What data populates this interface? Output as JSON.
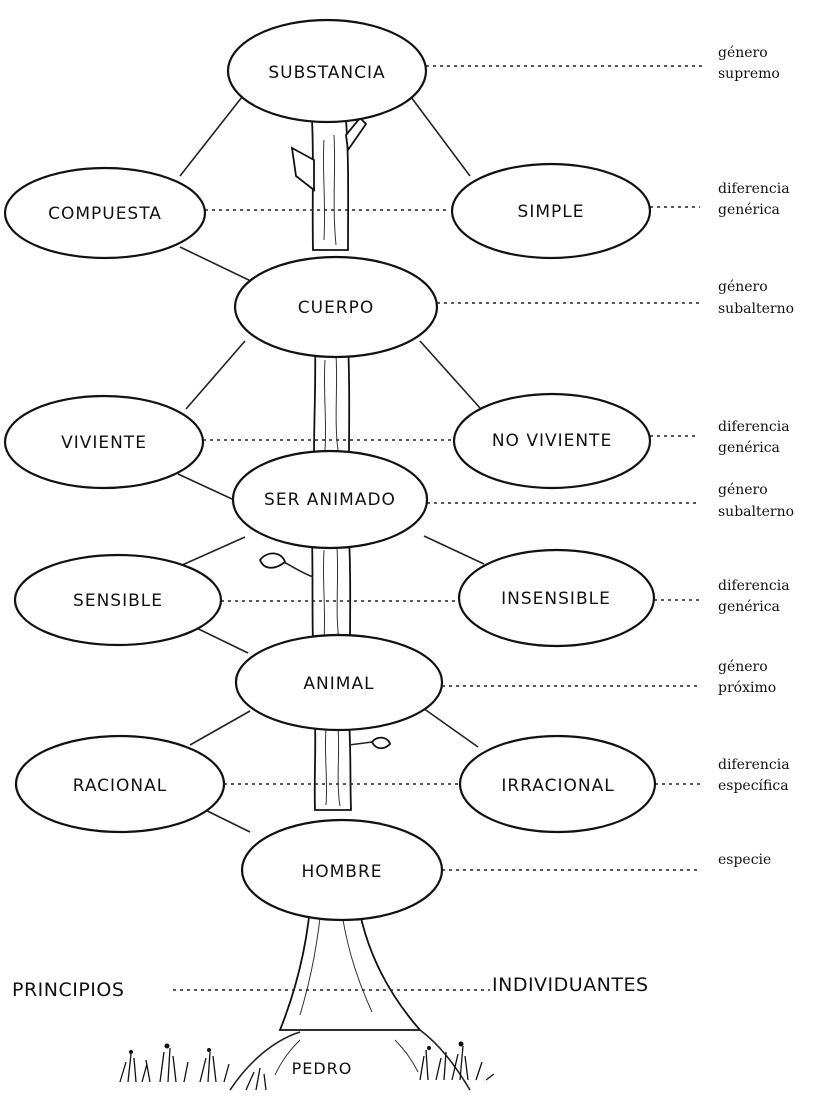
{
  "nodes": {
    "substancia": "SUBSTANCIA",
    "compuesta": "COMPUESTA",
    "simple": "SIMPLE",
    "cuerpo": "CUERPO",
    "viviente": "VIVIENTE",
    "no_viviente": "NO VIVIENTE",
    "ser_animado": "SER ANIMADO",
    "sensible": "SENSIBLE",
    "insensible": "INSENSIBLE",
    "animal": "ANIMAL",
    "racional": "RACIONAL",
    "irracional": "IRRACIONAL",
    "hombre": "HOMBRE",
    "pedro": "PEDRO"
  },
  "side_labels": {
    "l1": [
      "género",
      "supremo"
    ],
    "l2": [
      "diferencia",
      "genérica"
    ],
    "l3": [
      "género",
      "subalterno"
    ],
    "l4": [
      "diferencia",
      "genérica"
    ],
    "l5": [
      "género",
      "subalterno"
    ],
    "l6": [
      "diferencia",
      "genérica"
    ],
    "l7": [
      "género",
      "próximo"
    ],
    "l8": [
      "diferencia",
      "específica"
    ],
    "l9": [
      "especie"
    ]
  },
  "roots": {
    "left": "PRINCIPIOS",
    "right": "INDIVIDUANTES"
  }
}
